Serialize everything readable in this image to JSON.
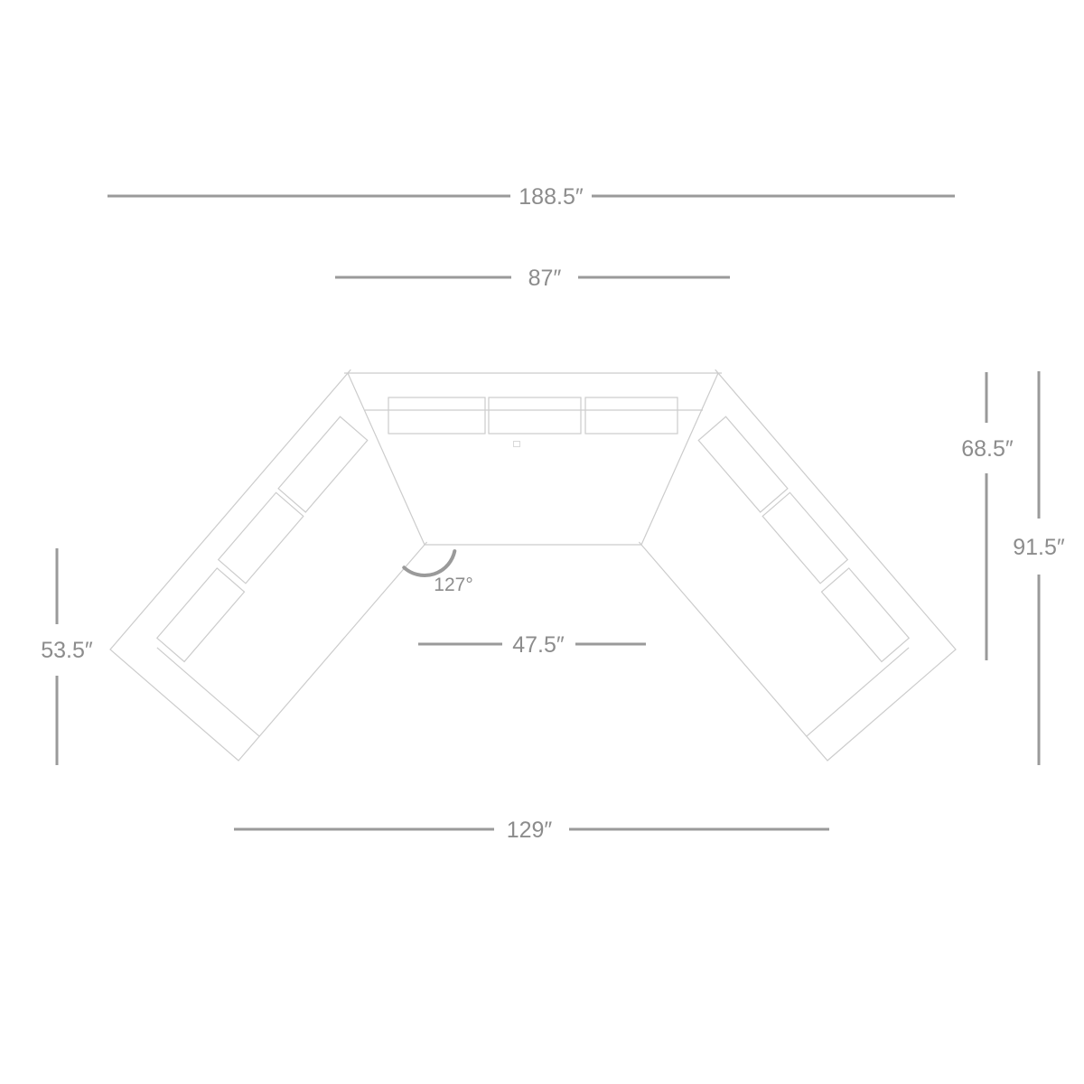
{
  "diagram": {
    "kind": "sectional-sofa-top-view-dimension-diagram",
    "background_color": "#ffffff",
    "outline_color": "#cccccc",
    "dimension_line_color": "#9a9a9a",
    "label_color": "#8c8c8c",
    "labels": {
      "overall_width": "188.5″",
      "back_width": "87″",
      "upper_right_depth": "68.5″",
      "overall_right_depth": "91.5″",
      "left_side_depth": "53.5″",
      "seat_front_width": "47.5″",
      "bottom_width": "129″",
      "corner_angle": "127°"
    }
  }
}
